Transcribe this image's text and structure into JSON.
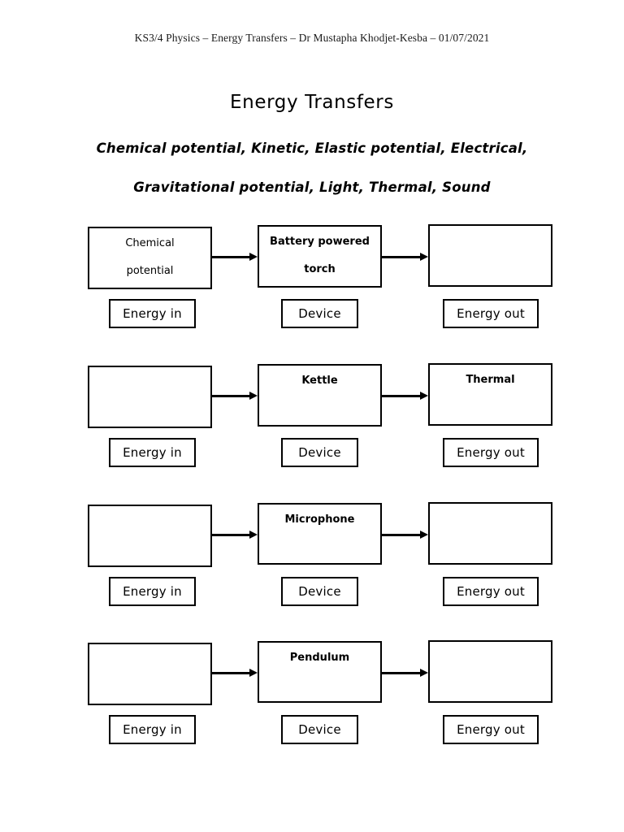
{
  "document": {
    "header": "KS3/4 Physics – Energy Transfers – Dr Mustapha Khodjet-Kesba – 01/07/2021",
    "title": "Energy Transfers"
  },
  "energy_types": {
    "line1": "Chemical potential,  Kinetic,  Elastic potential,  Electrical,",
    "line2": "Gravitational potential,  Light,  Thermal,  Sound",
    "items": [
      "Chemical potential",
      "Kinetic",
      "Elastic potential",
      "Electrical",
      "Gravitational potential",
      "Light",
      "Thermal",
      "Sound"
    ]
  },
  "labels": {
    "energy_in": "Energy in",
    "device": "Device",
    "energy_out": "Energy out"
  },
  "rows": [
    {
      "energy_in_line1": "Chemical",
      "energy_in_line2": "potential",
      "device_line1": "Battery powered",
      "device_line2": "torch",
      "energy_out_line1": "",
      "energy_out_line2": ""
    },
    {
      "energy_in_line1": "",
      "energy_in_line2": "",
      "device_line1": "Kettle",
      "device_line2": "",
      "energy_out_line1": "Thermal",
      "energy_out_line2": ""
    },
    {
      "energy_in_line1": "",
      "energy_in_line2": "",
      "device_line1": "Microphone",
      "device_line2": "",
      "energy_out_line1": "",
      "energy_out_line2": ""
    },
    {
      "energy_in_line1": "",
      "energy_in_line2": "",
      "device_line1": "Pendulum",
      "device_line2": "",
      "energy_out_line1": "",
      "energy_out_line2": ""
    }
  ],
  "colors": {
    "ink": "#000000",
    "paper": "#ffffff"
  }
}
